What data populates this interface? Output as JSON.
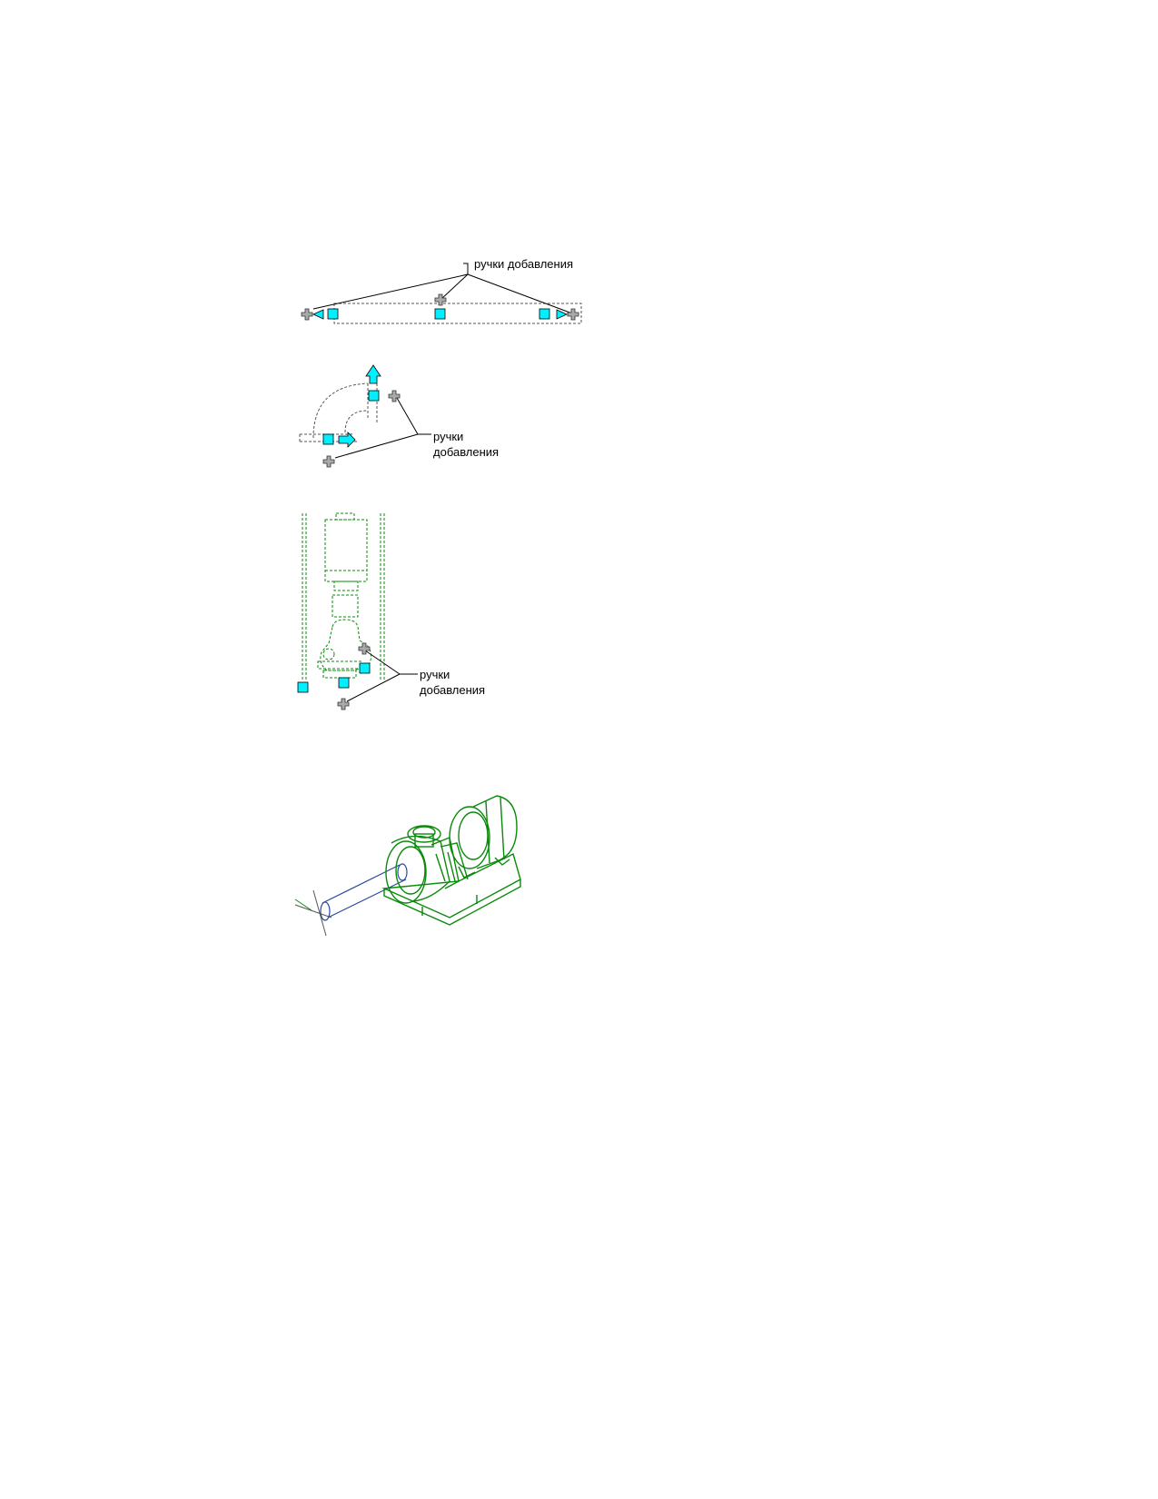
{
  "figures": [
    {
      "id": "straight-pipe",
      "label": "ручки добавления"
    },
    {
      "id": "elbow",
      "label_line1": "ручки",
      "label_line2": "добавления"
    },
    {
      "id": "pump-plan",
      "label_line1": "ручки",
      "label_line2": "добавления"
    },
    {
      "id": "pump-3d"
    }
  ],
  "colors": {
    "grip": "#00f0ff",
    "add_grip": "#999999",
    "equipment": "#0a8a0a",
    "pipe": "#2b48a0",
    "leader": "#000000"
  },
  "icons": [
    "grip-square-icon",
    "add-grip-plus-icon",
    "flow-arrow-icon",
    "end-triangle-icon"
  ]
}
